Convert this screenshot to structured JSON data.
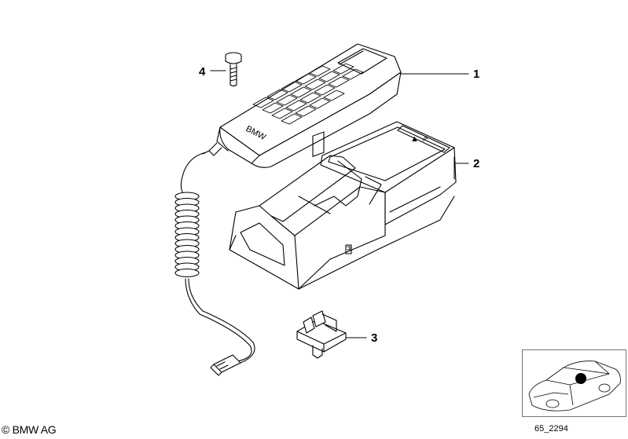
{
  "callouts": [
    {
      "number": "1",
      "part": "handset"
    },
    {
      "number": "2",
      "part": "cradle"
    },
    {
      "number": "3",
      "part": "clip"
    },
    {
      "number": "4",
      "part": "screw"
    }
  ],
  "handset": {
    "brand_text": "BMW"
  },
  "footer": {
    "copyright": "© BMW AG",
    "diagram_code": "65_2294"
  },
  "icons": [
    "handset-icon",
    "cradle-icon",
    "clip-icon",
    "screw-icon",
    "car-locator-icon",
    "location-dot-icon"
  ],
  "colors": {
    "line": "#000000",
    "background": "#ffffff",
    "thumb_border": "#777777"
  }
}
